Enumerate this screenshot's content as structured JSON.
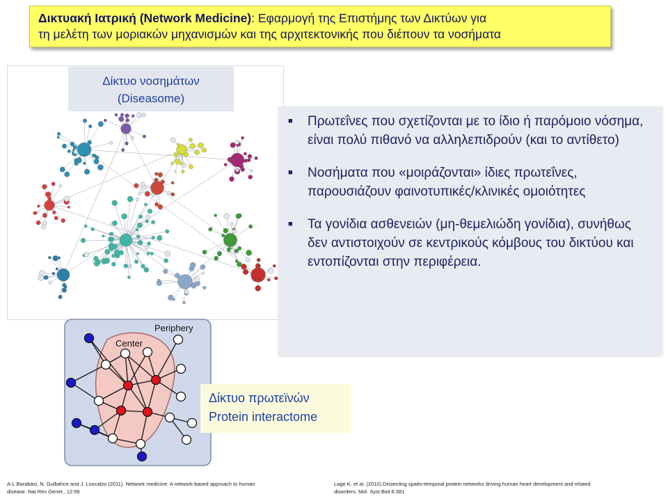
{
  "title": {
    "bold": "Δικτυακή Ιατρική (Network Medicine)",
    "rest_line1": ": Εφαρμογή της Επιστήμης των Δικτύων για",
    "line2": "τη μελέτη των μοριακών μηχανισμών και της αρχιτεκτονικής που διέπουν τα νοσήματα"
  },
  "diseasome": {
    "label_line1": "Δίκτυο νοσημάτων",
    "label_line2": "(Diseasome)"
  },
  "bullets": [
    "Πρωτεΐνες που σχετίζονται με το ίδιο ή παρόμοιο νόσημα, είναι πολύ πιθανό να αλληλεπιδρούν (και το αντίθετο)",
    "Νοσήματα που «μοιράζονται» ίδιες πρωτεΐνες, παρουσιάζουν φαινοτυπικές/κλινικές ομοιότητες",
    "Τα γονίδια ασθενειών (μη-θεμελιώδη γονίδια), συνήθως δεν αντιστοιχούν σε κεντρικούς κόμβους του δικτύου και εντοπίζονται στην περιφέρεια."
  ],
  "bullet_marker": "■",
  "interactome": {
    "periphery_label": "Periphery",
    "center_label": "Center"
  },
  "protein_label": {
    "line1": "Δίκτυο πρωτεϊνών",
    "line2": "Protein interactome"
  },
  "references": {
    "left_line1": "A-L Barabási, N. Gulbahce and J. Loscalzo (2011). Network medicine: A network-based approach to human",
    "left_line2": "disease. Nat Rev Genet., 12:56",
    "right_line1": "Lage K. et al. (2010).Dissecting spatio-temporal protein networks driving human heart development and related",
    "right_line2": "disorders. Mol. Syst Biol 6:381"
  },
  "colors": {
    "title_bg": "#ffff66",
    "title_text": "#14145a",
    "label_blue": "#1f3fa0",
    "node_red": "#e0141e",
    "node_blue": "#1a1acc",
    "center_fill": "#f4c9c4",
    "interactome_bg": "#cfd8ea"
  }
}
